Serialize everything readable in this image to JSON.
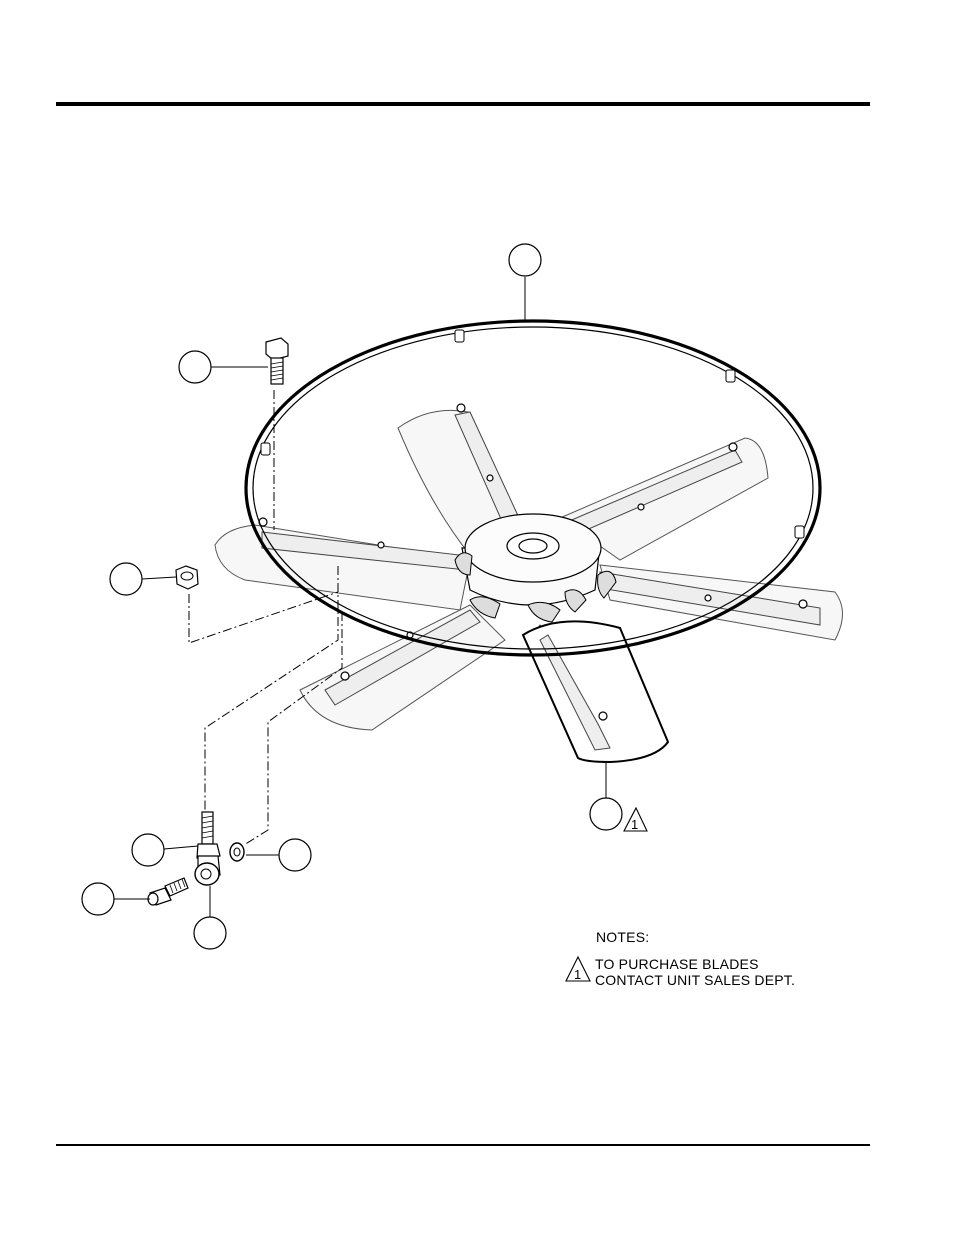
{
  "notes": {
    "heading": "NOTES:",
    "items": [
      {
        "marker": "1",
        "line1": "TO PURCHASE BLADES",
        "line2": "CONTACT UNIT SALES DEPT."
      }
    ]
  },
  "callouts": {
    "blade_note_marker": "1"
  }
}
